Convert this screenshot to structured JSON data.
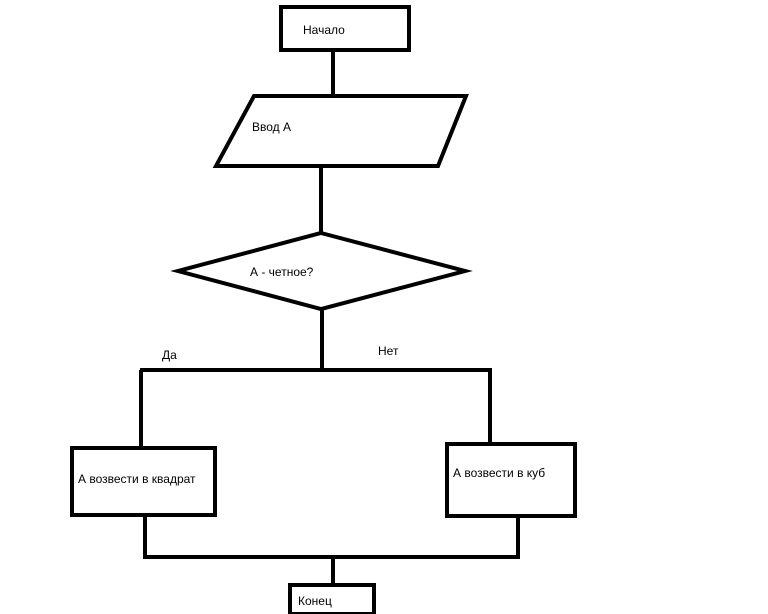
{
  "flowchart": {
    "start": "Начало",
    "input": "Ввод А",
    "decision": "А - четное?",
    "branch_yes": "Да",
    "branch_no": "Нет",
    "process_yes": "А возвести в квадрат",
    "process_no": "А возвести в куб",
    "end": "Конец"
  }
}
